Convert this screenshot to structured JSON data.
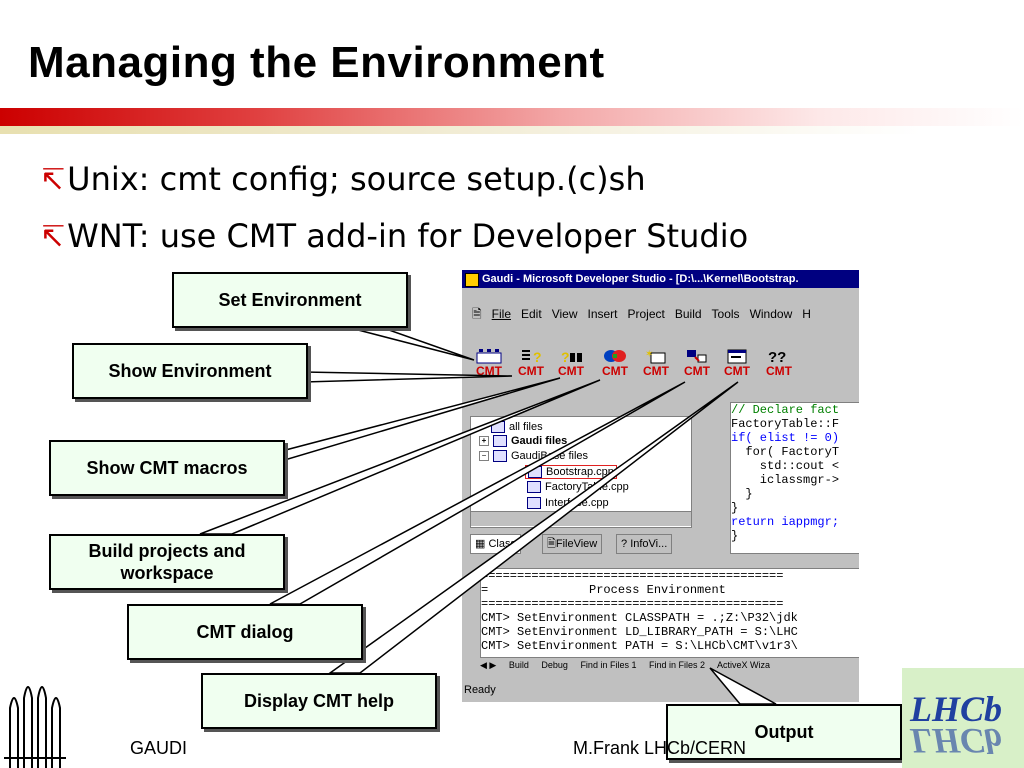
{
  "slide": {
    "title": "Managing the Environment",
    "bullets": [
      "Unix: cmt config; source setup.(c)sh",
      "WNT: use CMT add-in for Developer Studio"
    ],
    "bullet_marker": "ↄ"
  },
  "devstudio": {
    "window_title": "Gaudi - Microsoft Developer Studio - [D:\\...\\Kernel\\Bootstrap.",
    "menu": [
      "File",
      "Edit",
      "View",
      "Insert",
      "Project",
      "Build",
      "Tools",
      "Window",
      "H"
    ],
    "toolbar_label": "CMT",
    "tree": {
      "items": [
        "all files",
        "Gaudi files",
        "GaudiBase files",
        "Bootstrap.cpp",
        "FactoryTable.cpp",
        "Interface.cpp"
      ]
    },
    "workspace_tabs": [
      "Class",
      "FileView",
      "InfoVi..."
    ],
    "editor_lines": [
      "// Declare fact",
      "FactoryTable::F",
      "if( elist != 0)",
      "  for( FactoryT",
      "    std::cout <",
      "    iclassmgr->",
      "  }",
      "}",
      "return iappmgr;",
      "}"
    ],
    "output_lines": [
      "==========================================",
      "=              Process Environment",
      "==========================================",
      "CMT> SetEnvironment CLASSPATH = .;Z:\\P32\\jdk",
      "CMT> SetEnvironment LD_LIBRARY_PATH = S:\\LHC",
      "CMT> SetEnvironment PATH = S:\\LHCb\\CMT\\v1r3\\"
    ],
    "output_tabs": [
      "Build",
      "Debug",
      "Find in Files 1",
      "Find in Files 2",
      "ActiveX Wiza"
    ],
    "status": "Ready"
  },
  "callouts": {
    "set_env": "Set Environment",
    "show_env": "Show Environment",
    "show_macros": "Show CMT macros",
    "build": "Build projects and workspace",
    "dialog": "CMT dialog",
    "help": "Display CMT help",
    "output": "Output"
  },
  "footer": {
    "left": "GAUDI",
    "right": "M.Frank LHCb/CERN"
  },
  "logo_text": "LHCb"
}
